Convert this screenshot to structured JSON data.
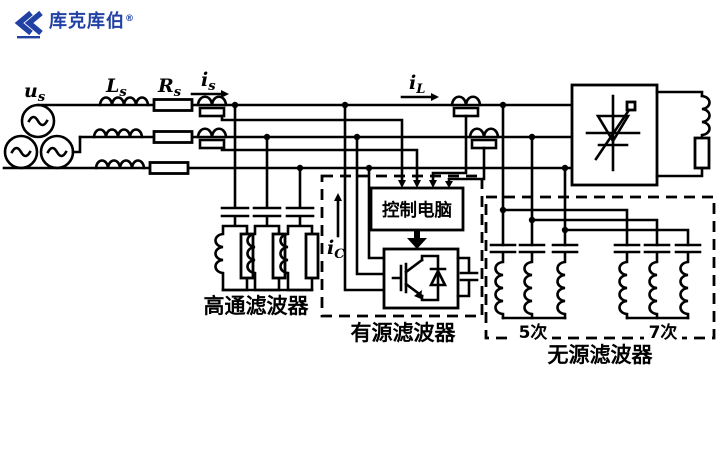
{
  "logo": {
    "text": "库克库伯",
    "registered": "®",
    "brand_color": "#2241a4",
    "mark": "double-chevron-k"
  },
  "diagram": {
    "background": "#ffffff",
    "wire_color": "#000000",
    "labels": {
      "us": {
        "base": "u",
        "sub": "s"
      },
      "ls": {
        "base": "L",
        "sub": "s"
      },
      "rs": {
        "base": "R",
        "sub": "s"
      },
      "is": {
        "base": "i",
        "sub": "s"
      },
      "il": {
        "base": "i",
        "sub": "L"
      },
      "ic": {
        "base": "i",
        "sub": "C"
      },
      "control_box": "控制电脑",
      "highpass_filter": "高通滤波器",
      "active_filter": "有源滤波器",
      "passive_filter": "无源滤波器",
      "harmonic_5": "5次",
      "harmonic_7": "7次"
    }
  }
}
